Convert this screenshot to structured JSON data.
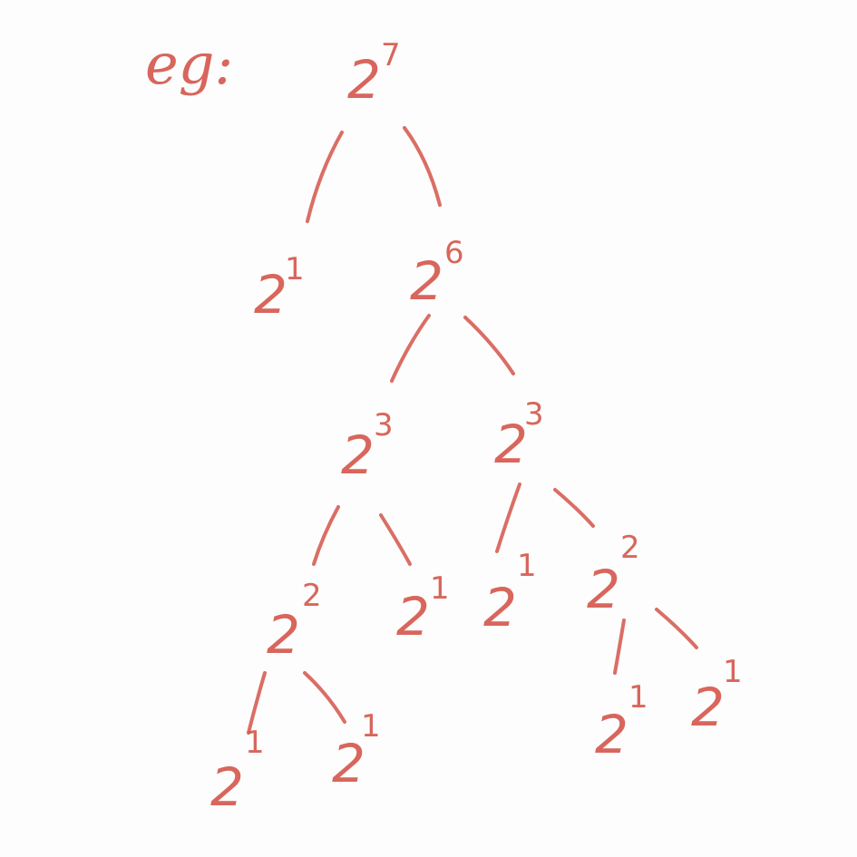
{
  "label": "eg:",
  "colors": {
    "ink": "#d4554a",
    "background": "#fdfdfd"
  },
  "nodes": [
    {
      "id": "root",
      "base": "2",
      "exp": "7"
    },
    {
      "id": "n-l1",
      "base": "2",
      "exp": "1"
    },
    {
      "id": "n-r1",
      "base": "2",
      "exp": "6"
    },
    {
      "id": "n-l2",
      "base": "2",
      "exp": "3"
    },
    {
      "id": "n-r2",
      "base": "2",
      "exp": "3"
    },
    {
      "id": "n-ll3",
      "base": "2",
      "exp": "2"
    },
    {
      "id": "n-lr3",
      "base": "2",
      "exp": "1"
    },
    {
      "id": "n-rl3",
      "base": "2",
      "exp": "1"
    },
    {
      "id": "n-rr3",
      "base": "2",
      "exp": "2"
    },
    {
      "id": "n-lll4",
      "base": "2",
      "exp": "1"
    },
    {
      "id": "n-llr4",
      "base": "2",
      "exp": "1"
    },
    {
      "id": "n-rrl4",
      "base": "2",
      "exp": "1"
    },
    {
      "id": "n-rrr4",
      "base": "2",
      "exp": "1"
    }
  ],
  "edges": [
    [
      "root",
      "n-l1"
    ],
    [
      "root",
      "n-r1"
    ],
    [
      "n-r1",
      "n-l2"
    ],
    [
      "n-r1",
      "n-r2"
    ],
    [
      "n-l2",
      "n-ll3"
    ],
    [
      "n-l2",
      "n-lr3"
    ],
    [
      "n-r2",
      "n-rl3"
    ],
    [
      "n-r2",
      "n-rr3"
    ],
    [
      "n-ll3",
      "n-lll4"
    ],
    [
      "n-ll3",
      "n-llr4"
    ],
    [
      "n-rr3",
      "n-rrl4"
    ],
    [
      "n-rr3",
      "n-rrr4"
    ]
  ]
}
